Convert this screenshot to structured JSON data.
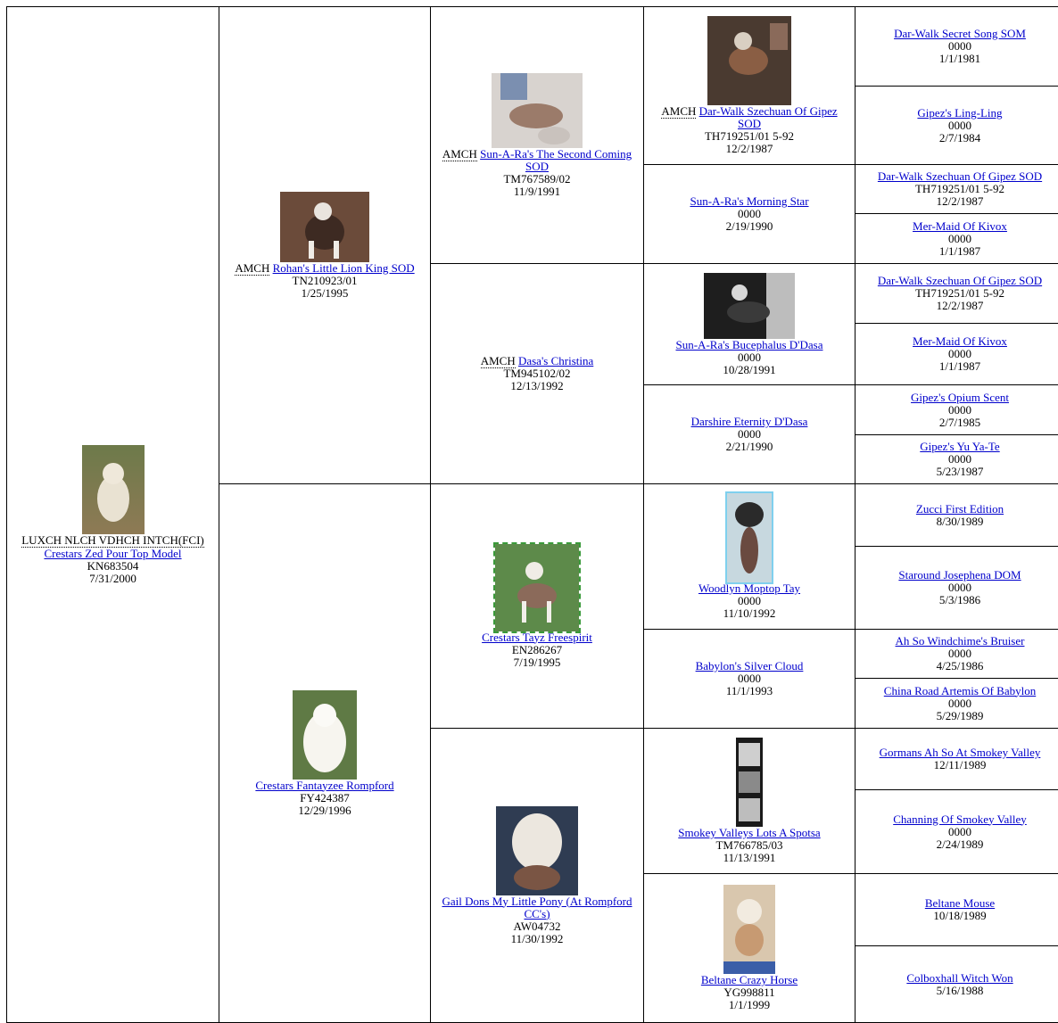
{
  "pedigree": {
    "subject": {
      "titles": "LUXCH NLCH VDHCH INTCH(FCI)",
      "name": "Crestars Zed Pour Top Model",
      "reg": "KN683504",
      "dob": "7/31/2000",
      "photo": "dog-photo"
    },
    "sire": {
      "titles": "AMCH",
      "name": "Rohan's Little Lion King SOD",
      "reg": "TN210923/01",
      "dob": "1/25/1995",
      "photo": "dog-photo"
    },
    "dam": {
      "name": "Crestars Fantayzee Rompford",
      "reg": "FY424387",
      "dob": "12/29/1996",
      "photo": "dog-photo"
    },
    "gen3": [
      {
        "titles": "AMCH",
        "name": "Sun-A-Ra's The Second Coming SOD",
        "reg": "TM767589/02",
        "dob": "11/9/1991",
        "photo": "dog-photo"
      },
      {
        "titles": "AMCH",
        "name": "Dasa's Christina",
        "reg": "TM945102/02",
        "dob": "12/13/1992"
      },
      {
        "name": "Crestars Tayz Freespirit",
        "reg": "EN286267",
        "dob": "7/19/1995",
        "photo": "dog-photo"
      },
      {
        "name": "Gail Dons My Little Pony (At Rompford CC's)",
        "reg": "AW04732",
        "dob": "11/30/1992",
        "photo": "dog-photo"
      }
    ],
    "gen4": [
      {
        "titles": "AMCH",
        "name": "Dar-Walk Szechuan Of Gipez SOD",
        "reg": "TH719251/01 5-92",
        "dob": "12/2/1987",
        "photo": "dog-photo"
      },
      {
        "name": "Sun-A-Ra's Morning Star",
        "reg": "0000",
        "dob": "2/19/1990"
      },
      {
        "name": "Sun-A-Ra's Bucephalus D'Dasa",
        "reg": "0000",
        "dob": "10/28/1991",
        "photo": "dog-photo"
      },
      {
        "name": "Darshire Eternity D'Dasa",
        "reg": "0000",
        "dob": "2/21/1990"
      },
      {
        "name": "Woodlyn Moptop Tay",
        "reg": "0000",
        "dob": "11/10/1992",
        "photo": "dog-photo"
      },
      {
        "name": "Babylon's Silver Cloud",
        "reg": "0000",
        "dob": "11/1/1993"
      },
      {
        "name": "Smokey Valleys Lots A Spotsa",
        "reg": "TM766785/03",
        "dob": "11/13/1991",
        "photo": "dog-photo"
      },
      {
        "name": "Beltane Crazy Horse",
        "reg": "YG998811",
        "dob": "1/1/1999",
        "photo": "dog-photo"
      }
    ],
    "gen5": [
      {
        "name": "Dar-Walk Secret Song SOM",
        "reg": "0000",
        "dob": "1/1/1981"
      },
      {
        "name": "Gipez's Ling-Ling",
        "reg": "0000",
        "dob": "2/7/1984"
      },
      {
        "name": "Dar-Walk Szechuan Of Gipez SOD",
        "reg": "TH719251/01 5-92",
        "dob": "12/2/1987"
      },
      {
        "name": "Mer-Maid Of Kivox",
        "reg": "0000",
        "dob": "1/1/1987"
      },
      {
        "name": "Dar-Walk Szechuan Of Gipez SOD",
        "reg": "TH719251/01 5-92",
        "dob": "12/2/1987"
      },
      {
        "name": "Mer-Maid Of Kivox",
        "reg": "0000",
        "dob": "1/1/1987"
      },
      {
        "name": "Gipez's Opium Scent",
        "reg": "0000",
        "dob": "2/7/1985"
      },
      {
        "name": "Gipez's Yu Ya-Te",
        "reg": "0000",
        "dob": "5/23/1987"
      },
      {
        "name": "Zucci First Edition",
        "reg": "",
        "dob": "8/30/1989"
      },
      {
        "name": "Staround Josephena DOM",
        "reg": "0000",
        "dob": "5/3/1986"
      },
      {
        "name": "Ah So Windchime's Bruiser",
        "reg": "0000",
        "dob": "4/25/1986"
      },
      {
        "name": "China Road Artemis Of Babylon",
        "reg": "0000",
        "dob": "5/29/1989"
      },
      {
        "name": "Gormans Ah So At Smokey Valley",
        "reg": "",
        "dob": "12/11/1989"
      },
      {
        "name": "Channing Of Smokey Valley",
        "reg": "0000",
        "dob": "2/24/1989"
      },
      {
        "name": "Beltane Mouse",
        "reg": "",
        "dob": "10/18/1989"
      },
      {
        "name": "Colboxhall Witch Won",
        "reg": "",
        "dob": "5/16/1988"
      }
    ]
  }
}
